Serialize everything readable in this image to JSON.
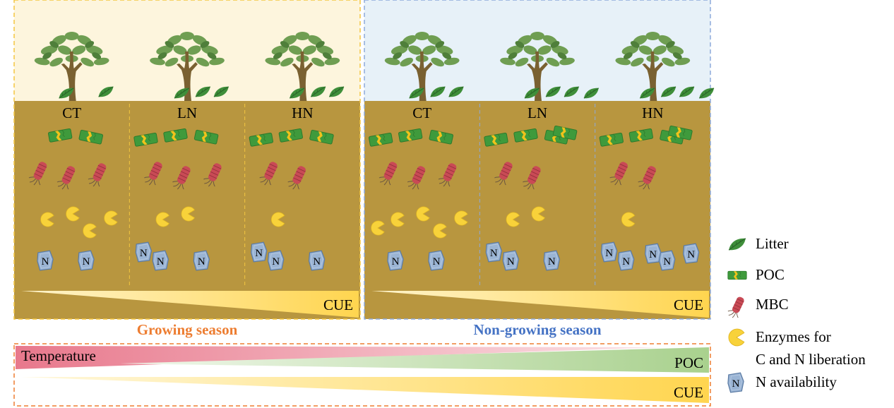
{
  "panels": [
    {
      "name": "growing",
      "season_label": "Growing season",
      "season_color": "#ed7d31",
      "bg": "#fdf5dd",
      "border": "#f3c640",
      "treatments": [
        {
          "label": "CT",
          "litter": 2,
          "poc": 2,
          "mbc": 3,
          "enzymes": 4,
          "n": 2
        },
        {
          "label": "LN",
          "litter": 3,
          "poc": 3,
          "mbc": 3,
          "enzymes": 2,
          "n": 3
        },
        {
          "label": "HN",
          "litter": 3,
          "poc": 3,
          "mbc": 2,
          "enzymes": 1,
          "n": 3
        }
      ],
      "cue_label": "CUE"
    },
    {
      "name": "non-growing",
      "season_label": "Non-growing season",
      "season_color": "#4472c4",
      "bg": "#e7f1f8",
      "border": "#8eaadb",
      "treatments": [
        {
          "label": "CT",
          "litter": 3,
          "poc": 3,
          "mbc": 3,
          "enzymes": 5,
          "n": 2
        },
        {
          "label": "LN",
          "litter": 4,
          "poc": 4,
          "mbc": 2,
          "enzymes": 2,
          "n": 3
        },
        {
          "label": "HN",
          "litter": 4,
          "poc": 4,
          "mbc": 2,
          "enzymes": 1,
          "n": 5
        }
      ],
      "cue_label": "CUE"
    }
  ],
  "trends": {
    "temperature_label": "Temperature",
    "poc_label": "POC",
    "cue_label": "CUE",
    "temperature_color": "#e8788c",
    "poc_color": "#a9d18e",
    "cue_color": "#ffd54f"
  },
  "legend": [
    {
      "icon": "litter-icon",
      "label": "Litter"
    },
    {
      "icon": "poc-icon",
      "label": "POC"
    },
    {
      "icon": "mbc-icon",
      "label": "MBC"
    },
    {
      "icon": "enzyme-icon",
      "label_line1": "Enzymes for",
      "label_line2": "C and N liberation"
    },
    {
      "icon": "n-availability-icon",
      "label": "N availability",
      "glyph": "N"
    }
  ],
  "colors": {
    "soil": "#b8963f",
    "leaf": "#3f8f3a",
    "poc_green": "#3f9a3c",
    "poc_yellow": "#f0c21b",
    "mbc_red": "#c94a55",
    "enzyme_yellow": "#f8d23a",
    "n_blue": "#9ab4d4"
  }
}
